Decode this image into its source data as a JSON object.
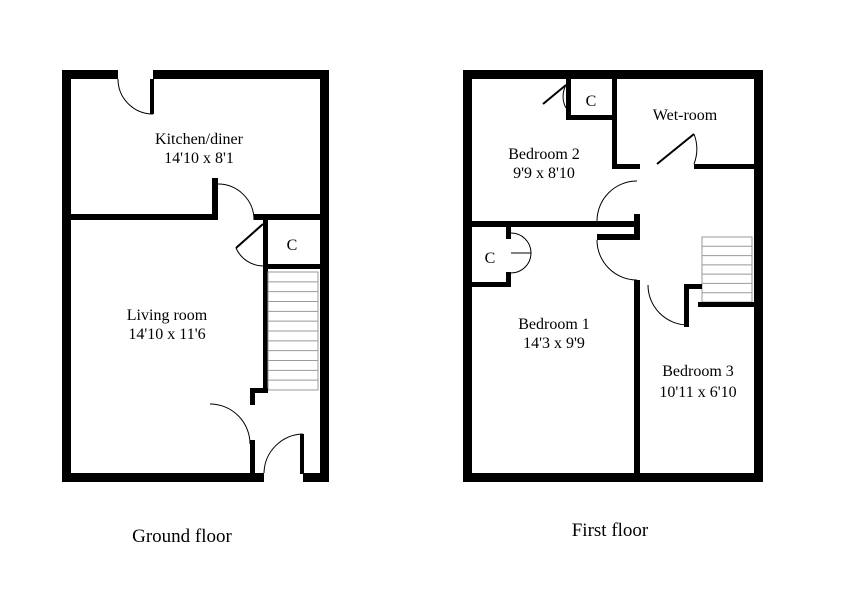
{
  "ground_floor": {
    "caption": "Ground floor",
    "kitchen": {
      "name": "Kitchen/diner",
      "dims": "14'10 x 8'1"
    },
    "living": {
      "name": "Living room",
      "dims": "14'10 x 11'6"
    },
    "cupboard": "C"
  },
  "first_floor": {
    "caption": "First floor",
    "bedroom1": {
      "name": "Bedroom 1",
      "dims": "14'3 x 9'9"
    },
    "bedroom2": {
      "name": "Bedroom 2",
      "dims": "9'9 x 8'10"
    },
    "bedroom3": {
      "name": "Bedroom 3",
      "dims": "10'11 x 6'10"
    },
    "wetroom": {
      "name": "Wet-room"
    },
    "cupboard_bed2": "C",
    "cupboard_bed1": "C"
  }
}
